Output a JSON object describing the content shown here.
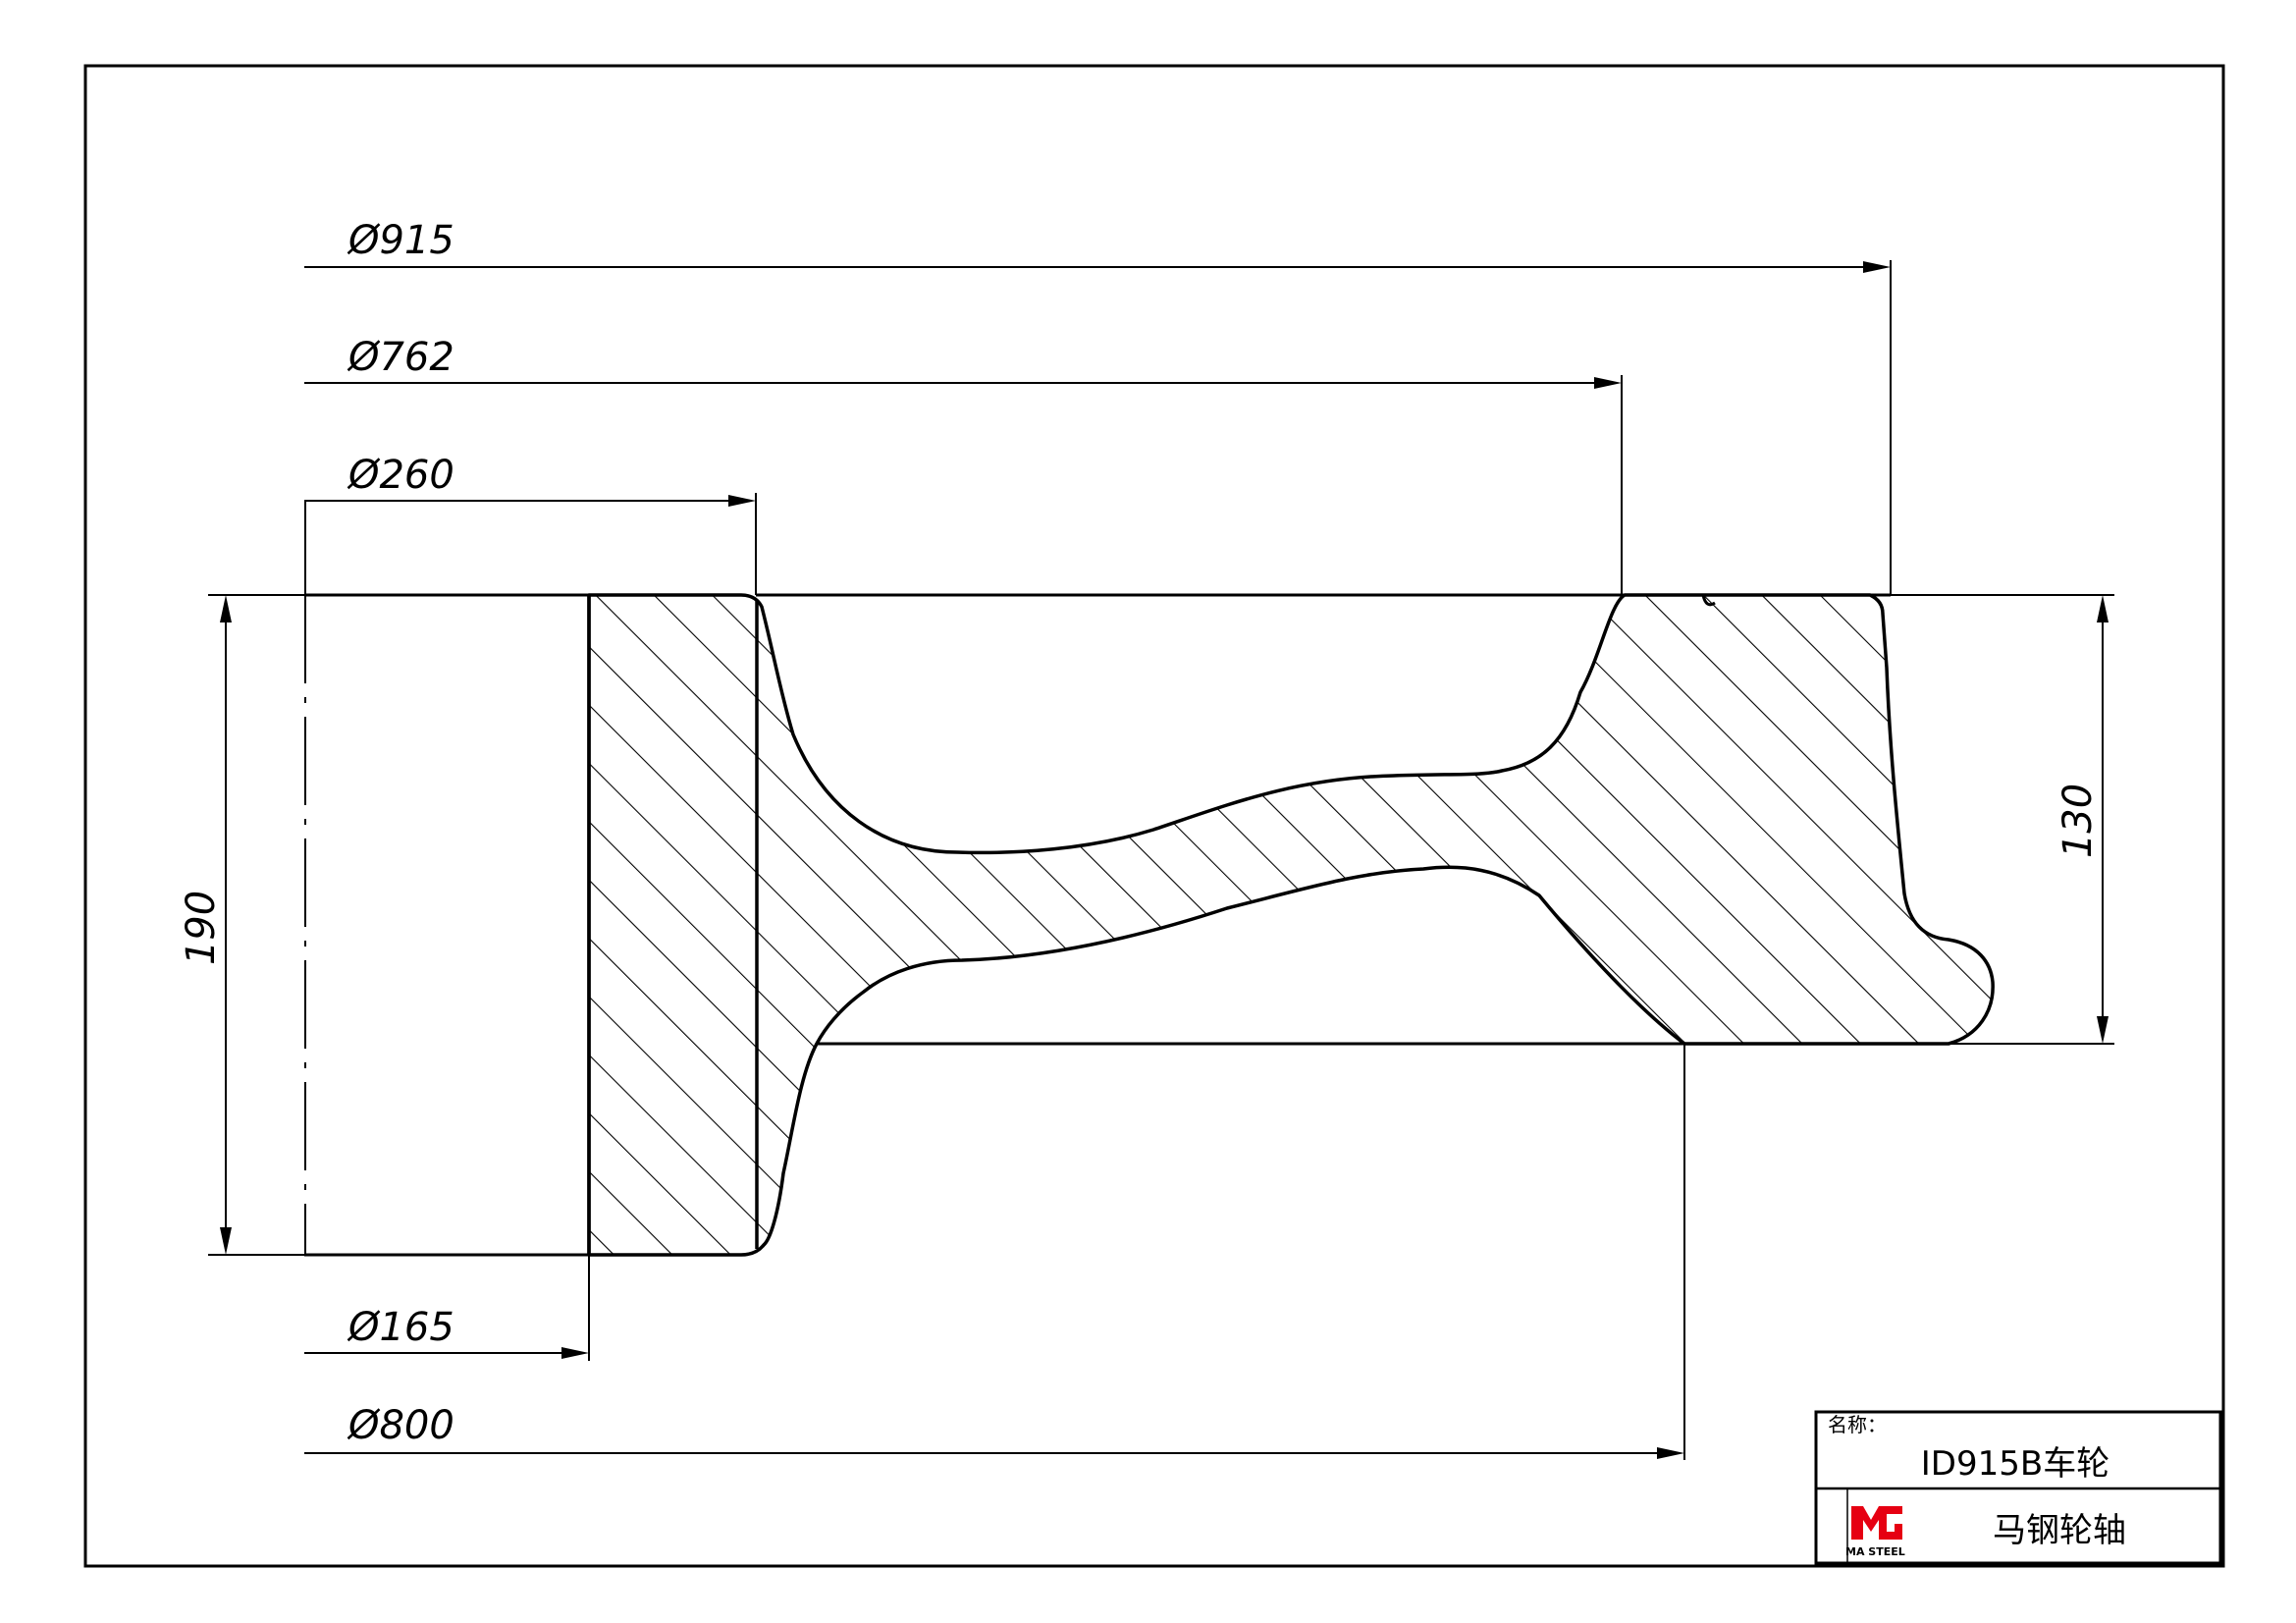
{
  "dimensions": {
    "d915": "Ø915",
    "d762": "Ø762",
    "d260": "Ø260",
    "d165": "Ø165",
    "d800": "Ø800",
    "h190": "190",
    "h130": "130"
  },
  "title_block": {
    "name_label": "名称：",
    "part_name": "ID915B车轮",
    "company": "马钢轮轴",
    "logo_text": "MA STEEL",
    "logo_color": "#e60012"
  },
  "colors": {
    "line": "#000000",
    "background": "#ffffff"
  }
}
